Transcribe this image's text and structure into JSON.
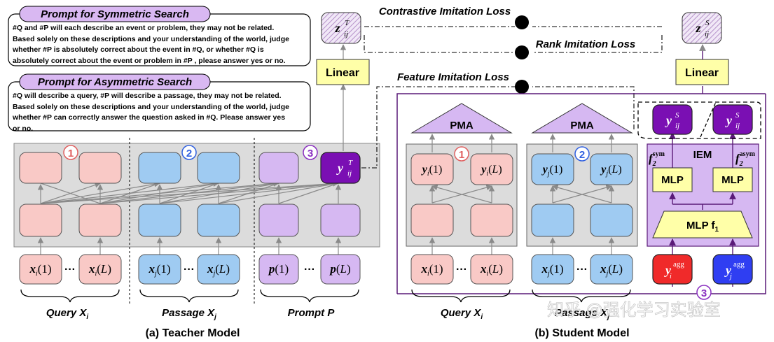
{
  "prompts": {
    "symmetric": {
      "title": "Prompt for Symmetric Search",
      "lines": [
        "#Q and #P will each describe an event or problem, they may not be related.",
        "Based solely on these descriptions and your understanding of the world, judge",
        "whether #P is absolutely correct about the event in #Q, or whether #Q is",
        "absolutely correct about the event or problem in #P , please answer yes or no."
      ]
    },
    "asymmetric": {
      "title": "Prompt for Asymmetric Search",
      "lines": [
        "#Q will describe a query, #P will describe a passage, they may not be related.",
        "Based solely on these descriptions and your understanding of the world, judge",
        "whether #P can correctly answer the question asked in #Q. Please answer yes",
        "or no."
      ]
    }
  },
  "losses": {
    "contrastive": "Contrastive Imitation Loss",
    "rank": "Rank Imitation Loss",
    "feature": "Feature Imitation Loss"
  },
  "teacher": {
    "caption": "(a) Teacher Model",
    "linear": "Linear",
    "z_label": "z",
    "z_sup": "T",
    "z_sub": "ij",
    "y_label": "y",
    "y_sup": "T",
    "y_sub": "ij",
    "badges": [
      "1",
      "2",
      "3"
    ],
    "query_inputs": [
      "x",
      "x"
    ],
    "input_args": [
      "(1)",
      "(L)"
    ],
    "dots": "···",
    "groups": [
      "Query X",
      "Passage X",
      "Prompt P"
    ],
    "group_subs": [
      "i",
      "j",
      ""
    ]
  },
  "student": {
    "caption": "(b) Student Model",
    "linear": "Linear",
    "z_label": "z",
    "z_sup": "S",
    "z_sub": "ij",
    "pma": "PMA",
    "iem": "IEM",
    "mlp": "MLP",
    "mlp_f1": "MLP f",
    "f_sym": "sym",
    "f_asym": "asym",
    "agg": "agg",
    "badges": [
      "1",
      "2",
      "3"
    ],
    "groups": [
      "Query X",
      "Passage X"
    ],
    "group_subs": [
      "i",
      "j"
    ]
  },
  "watermark": "知乎 @强化学习实验室",
  "colors": {
    "pink": "#f9c9c6",
    "blue": "#9fcbf2",
    "lilac": "#d6b8f2",
    "purple": "#7a0fb3",
    "yellow": "#ffffa8",
    "gray_panel": "#dcdcdc",
    "red_agg": "#f02a2a",
    "blue_agg": "#2f3ef2"
  }
}
